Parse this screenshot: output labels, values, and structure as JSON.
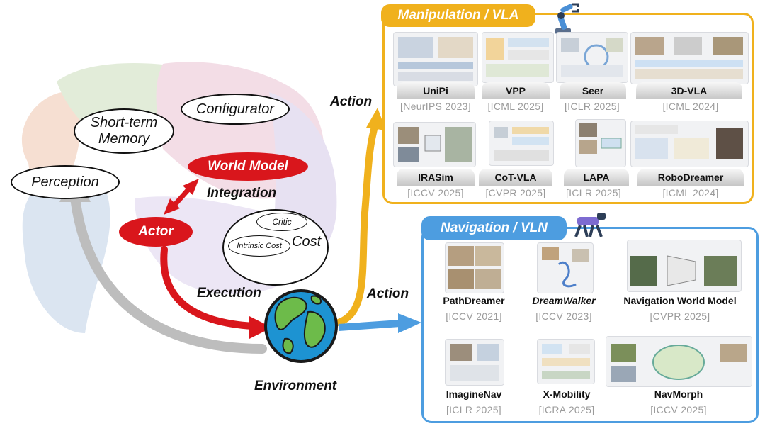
{
  "left": {
    "short_term_memory": "Short-term\nMemory",
    "configurator": "Configurator",
    "perception": "Perception",
    "world_model": "World Model",
    "integration": "Integration",
    "actor": "Actor",
    "critic": "Critic",
    "intrinsic_cost": "Intrinsic Cost",
    "cost": "Cost",
    "execution": "Execution",
    "environment": "Environment",
    "action_top": "Action",
    "action_bottom": "Action"
  },
  "manipulation": {
    "title": "Manipulation / VLA",
    "color": "#f0b11d",
    "items": [
      {
        "name": "UniPi",
        "venue": "[NeurIPS 2023]"
      },
      {
        "name": "VPP",
        "venue": "[ICML 2025]"
      },
      {
        "name": "Seer",
        "venue": "[ICLR 2025]"
      },
      {
        "name": "3D-VLA",
        "venue": "[ICML 2024]"
      },
      {
        "name": "IRASim",
        "venue": "[ICCV 2025]"
      },
      {
        "name": "CoT-VLA",
        "venue": "[CVPR 2025]"
      },
      {
        "name": "LAPA",
        "venue": "[ICLR 2025]"
      },
      {
        "name": "RoboDreamer",
        "venue": "[ICML 2024]"
      }
    ]
  },
  "navigation": {
    "title": "Navigation / VLN",
    "color": "#4d9de0",
    "items": [
      {
        "name": "PathDreamer",
        "venue": "[ICCV 2021]"
      },
      {
        "name": "DreamWalker",
        "venue": "[ICCV 2023]"
      },
      {
        "name": "Navigation World Model",
        "venue": "[CVPR 2025]"
      },
      {
        "name": "ImagineNav",
        "venue": "[ICLR 2025]"
      },
      {
        "name": "X-Mobility",
        "venue": "[ICRA 2025]"
      },
      {
        "name": "NavMorph",
        "venue": "[ICCV 2025]"
      }
    ]
  },
  "colors": {
    "red": "#d9161c",
    "yellow": "#f0b11d",
    "blue": "#4d9de0",
    "gray": "#bdbdbd"
  }
}
